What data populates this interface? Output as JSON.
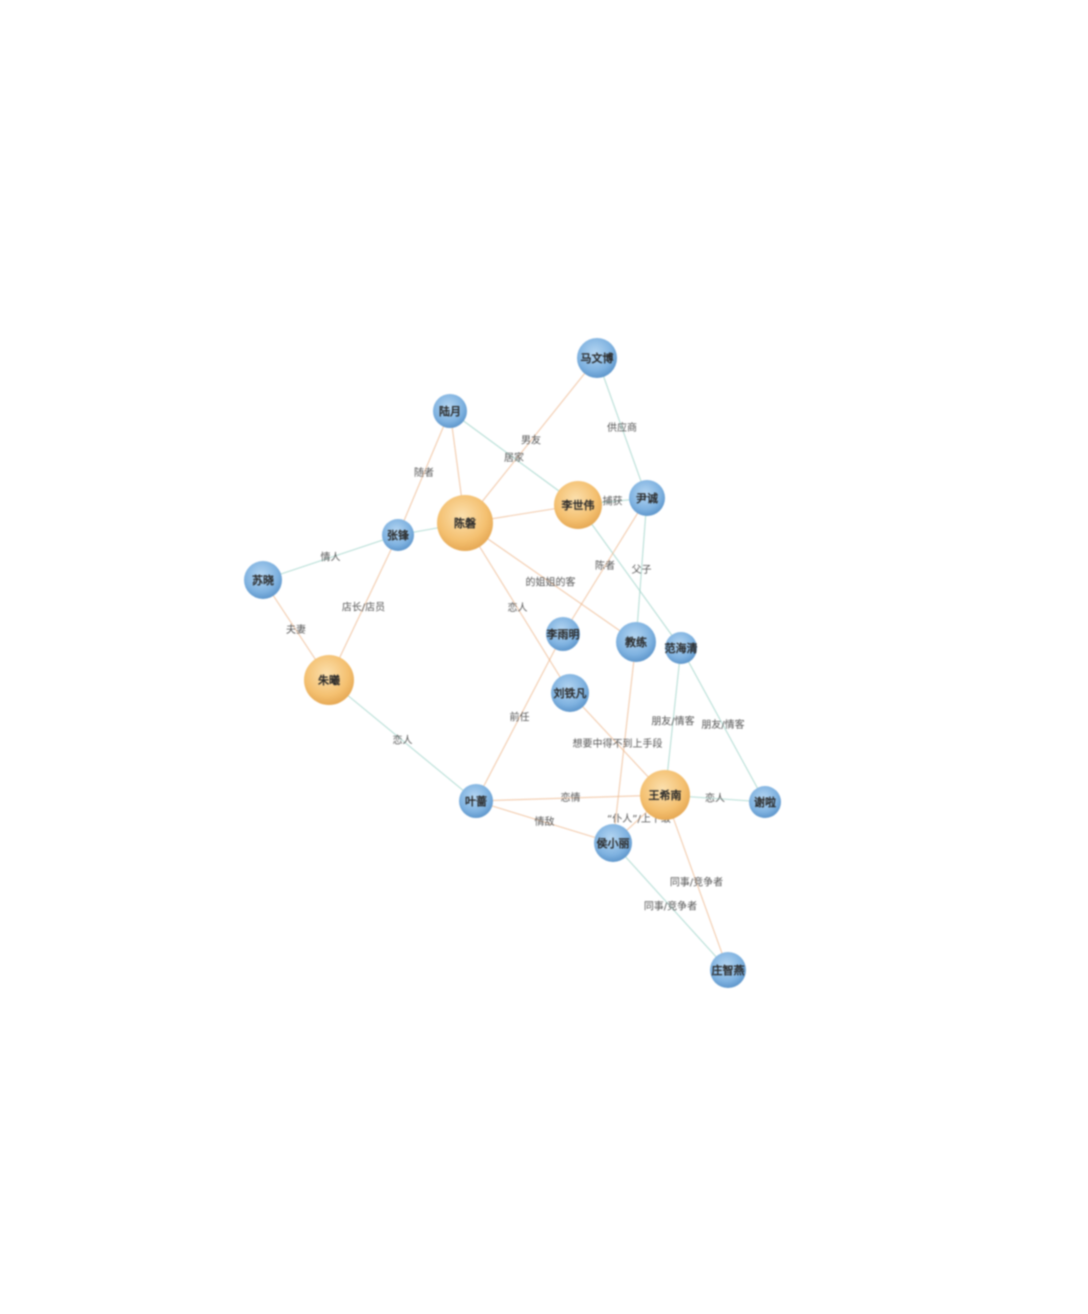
{
  "graph": {
    "colors": {
      "primary_node": "#f4c070",
      "secondary_node": "#7fb2e0",
      "edge_warm": "#eeb98f",
      "edge_cool": "#9ed3c8"
    },
    "nodes": [
      {
        "id": "majw",
        "label": "马文博",
        "group": "secondary"
      },
      {
        "id": "luy",
        "label": "陆月",
        "group": "secondary"
      },
      {
        "id": "chent",
        "label": "陈磐",
        "group": "primary"
      },
      {
        "id": "lisp",
        "label": "李世伟",
        "group": "primary"
      },
      {
        "id": "yinc",
        "label": "尹诚",
        "group": "secondary"
      },
      {
        "id": "zhangf",
        "label": "张锋",
        "group": "secondary"
      },
      {
        "id": "sux",
        "label": "苏晓",
        "group": "secondary"
      },
      {
        "id": "zhux",
        "label": "朱曦",
        "group": "primary"
      },
      {
        "id": "lixm",
        "label": "李雨明",
        "group": "secondary"
      },
      {
        "id": "jiaot",
        "label": "教练",
        "group": "secondary"
      },
      {
        "id": "fanhq",
        "label": "范海清",
        "group": "secondary"
      },
      {
        "id": "liuzf",
        "label": "刘铁凡",
        "group": "secondary"
      },
      {
        "id": "yeq",
        "label": "叶蔷",
        "group": "secondary"
      },
      {
        "id": "wangxn",
        "label": "王希南",
        "group": "primary"
      },
      {
        "id": "zhaox",
        "label": "谢啦",
        "group": "secondary"
      },
      {
        "id": "houxy",
        "label": "侯小丽",
        "group": "secondary"
      },
      {
        "id": "zhuangh",
        "label": "庄智燕",
        "group": "secondary"
      }
    ],
    "edges": [
      {
        "from": "majw",
        "to": "chent",
        "label": "男友",
        "tone": "warm"
      },
      {
        "from": "majw",
        "to": "yinc",
        "label": "供应商",
        "tone": "cool"
      },
      {
        "from": "luy",
        "to": "chent",
        "label": "",
        "tone": "warm"
      },
      {
        "from": "luy",
        "to": "zhangf",
        "label": "随者",
        "tone": "warm"
      },
      {
        "from": "luy",
        "to": "lisp",
        "label": "居家",
        "tone": "cool"
      },
      {
        "from": "chent",
        "to": "lisp",
        "label": "",
        "tone": "warm"
      },
      {
        "from": "chent",
        "to": "liuzf",
        "label": "恋人",
        "tone": "warm"
      },
      {
        "from": "chent",
        "to": "jiaot",
        "label": "的姐姐的客",
        "tone": "warm"
      },
      {
        "from": "zhangf",
        "to": "sux",
        "label": "情人",
        "tone": "cool"
      },
      {
        "from": "zhangf",
        "to": "chent",
        "label": "",
        "tone": "cool"
      },
      {
        "from": "zhangf",
        "to": "zhux",
        "label": "店长/店员",
        "tone": "warm"
      },
      {
        "from": "lisp",
        "to": "yinc",
        "label": "捕获",
        "tone": "cool"
      },
      {
        "from": "lisp",
        "to": "fanhq",
        "label": "",
        "tone": "cool"
      },
      {
        "from": "yinc",
        "to": "lixm",
        "label": "陈者",
        "tone": "warm"
      },
      {
        "from": "yinc",
        "to": "jiaot",
        "label": "父子",
        "tone": "cool"
      },
      {
        "from": "sux",
        "to": "zhux",
        "label": "夫妻",
        "tone": "warm"
      },
      {
        "from": "zhux",
        "to": "yeq",
        "label": "恋人",
        "tone": "cool"
      },
      {
        "from": "lixm",
        "to": "yeq",
        "label": "前任",
        "tone": "warm"
      },
      {
        "from": "jiaot",
        "to": "houxy",
        "label": "",
        "tone": "warm"
      },
      {
        "from": "fanhq",
        "to": "wangxn",
        "label": "朋友/情客",
        "tone": "cool"
      },
      {
        "from": "fanhq",
        "to": "zhaox",
        "label": "朋友/情客",
        "tone": "cool"
      },
      {
        "from": "liuzf",
        "to": "wangxn",
        "label": "想要中得不到上手段",
        "tone": "warm"
      },
      {
        "from": "yeq",
        "to": "wangxn",
        "label": "恋情",
        "tone": "warm"
      },
      {
        "from": "yeq",
        "to": "houxy",
        "label": "情敌",
        "tone": "warm"
      },
      {
        "from": "wangxn",
        "to": "zhaox",
        "label": "恋人",
        "tone": "cool"
      },
      {
        "from": "wangxn",
        "to": "houxy",
        "label": "“仆人”/上下级",
        "tone": "warm"
      },
      {
        "from": "wangxn",
        "to": "zhuangh",
        "label": "同事/竞争者",
        "tone": "warm"
      },
      {
        "from": "houxy",
        "to": "zhuangh",
        "label": "同事/竞争者",
        "tone": "cool"
      }
    ]
  }
}
